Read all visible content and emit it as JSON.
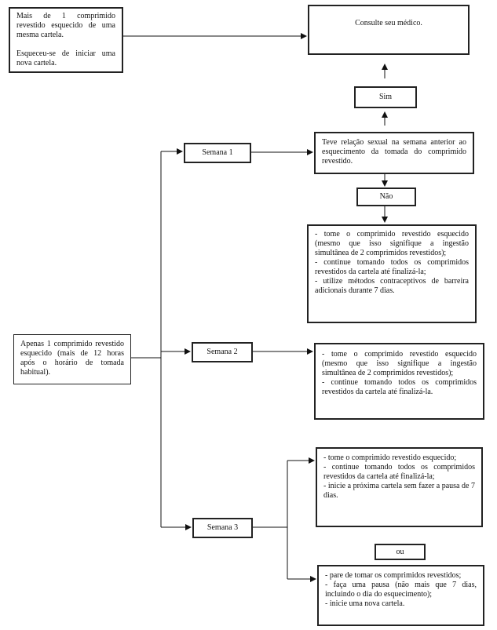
{
  "boxes": {
    "top_left": "Mais de 1 comprimido revestido esquecido de uma mesma cartela.\n\nEsqueceu-se de iniciar uma nova cartela.",
    "consult": "Consulte seu médico.",
    "sim": "Sim",
    "week1": "Semana 1",
    "relation": "Teve relação sexual na semana anterior ao esquecimento da tomada do comprimido revestido.",
    "nao": "Não",
    "week1_actions": "-  tome o comprimido revestido esquecido (mesmo que isso signifique a ingestão simultânea de 2 comprimidos revestidos);\n-  continue tomando todos os comprimidos revestidos da cartela até finalizá-la;\n-  utilize métodos contraceptivos de barreira adicionais durante 7 dias.",
    "one_missed": "Apenas 1 comprimido revestido esquecido (mais de 12 horas após o horário de tomada habitual).",
    "week2": "Semana 2",
    "week2_actions": "-  tome o comprimido revestido esquecido (mesmo que isso signifique a ingestão simultânea de 2 comprimidos revestidos);\n-  continue tomando todos os comprimidos revestidos da cartela até finalizá-la.",
    "week3_option1": "-  tome o comprimido revestido esquecido;\n-  continue tomando todos os comprimidos revestidos da cartela até finalizá-la;\n-  inicie a próxima cartela sem fazer a pausa de 7 dias.",
    "week3": "Semana 3",
    "ou": "ou",
    "week3_option2": "-  pare de tomar os comprimidos revestidos;\n-  faça uma pausa (não mais que 7 dias, incluindo o dia do esquecimento);\n-  inicie uma nova cartela."
  }
}
